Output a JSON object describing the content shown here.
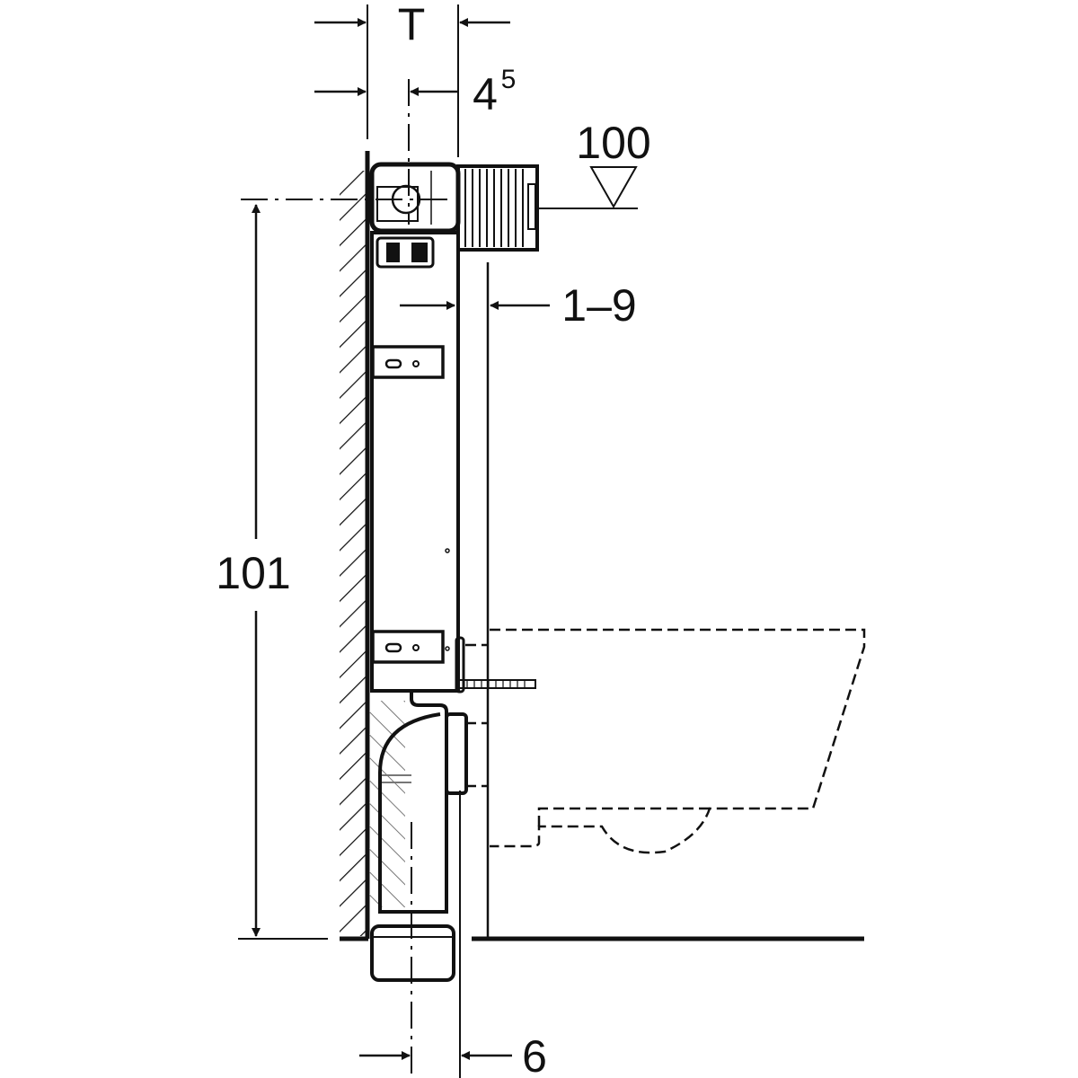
{
  "dimensions": {
    "depth_label": "T",
    "offset_base": "4",
    "offset_sup": "5",
    "level_label": "100",
    "wall_gap_label": "1–9",
    "height_label": "101",
    "bottom_offset_label": "6"
  },
  "colors": {
    "line": "#111111",
    "background": "#ffffff"
  }
}
